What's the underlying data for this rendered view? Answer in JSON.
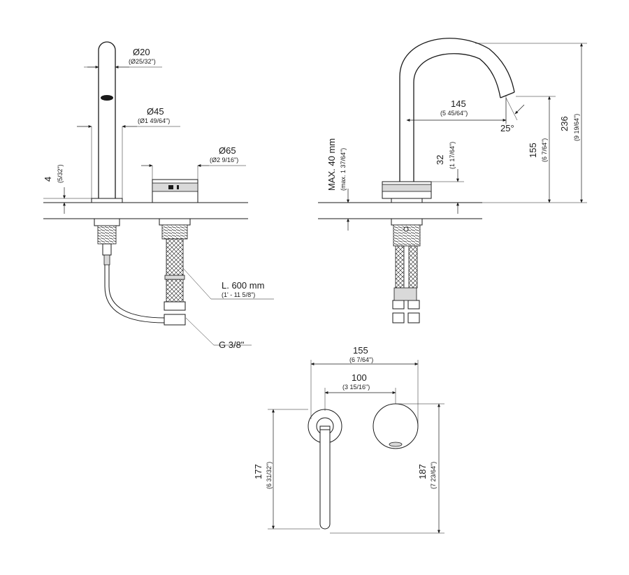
{
  "dimensions": {
    "d20": {
      "main": "Ø20",
      "sub": "(Ø25/32\")"
    },
    "d45": {
      "main": "Ø45",
      "sub": "(Ø1 49/64\")"
    },
    "d65": {
      "main": "Ø65",
      "sub": "(Ø2 9/16\")"
    },
    "h4": {
      "main": "4",
      "sub": "(5/32\")"
    },
    "length": {
      "main": "L. 600 mm",
      "sub": "(1' - 11 5/8\")"
    },
    "thread": {
      "main": "G 3/8\""
    },
    "maxdeck": {
      "main": "MAX. 40 mm",
      "sub": "(max. 1 37/64\")"
    },
    "h32": {
      "main": "32",
      "sub": "(1 17/64\")"
    },
    "reach145": {
      "main": "145",
      "sub": "(5 45/64\")"
    },
    "angle": {
      "main": "25°"
    },
    "h155": {
      "main": "155",
      "sub": "(6 7/64\")"
    },
    "h236": {
      "main": "236",
      "sub": "(9 19/64\")"
    },
    "w155": {
      "main": "155",
      "sub": "(6 7/64\")"
    },
    "w100": {
      "main": "100",
      "sub": "(3 15/16\")"
    },
    "h177": {
      "main": "177",
      "sub": "(6 31/32\")"
    },
    "h187": {
      "main": "187",
      "sub": "(7 23/64\")"
    }
  }
}
